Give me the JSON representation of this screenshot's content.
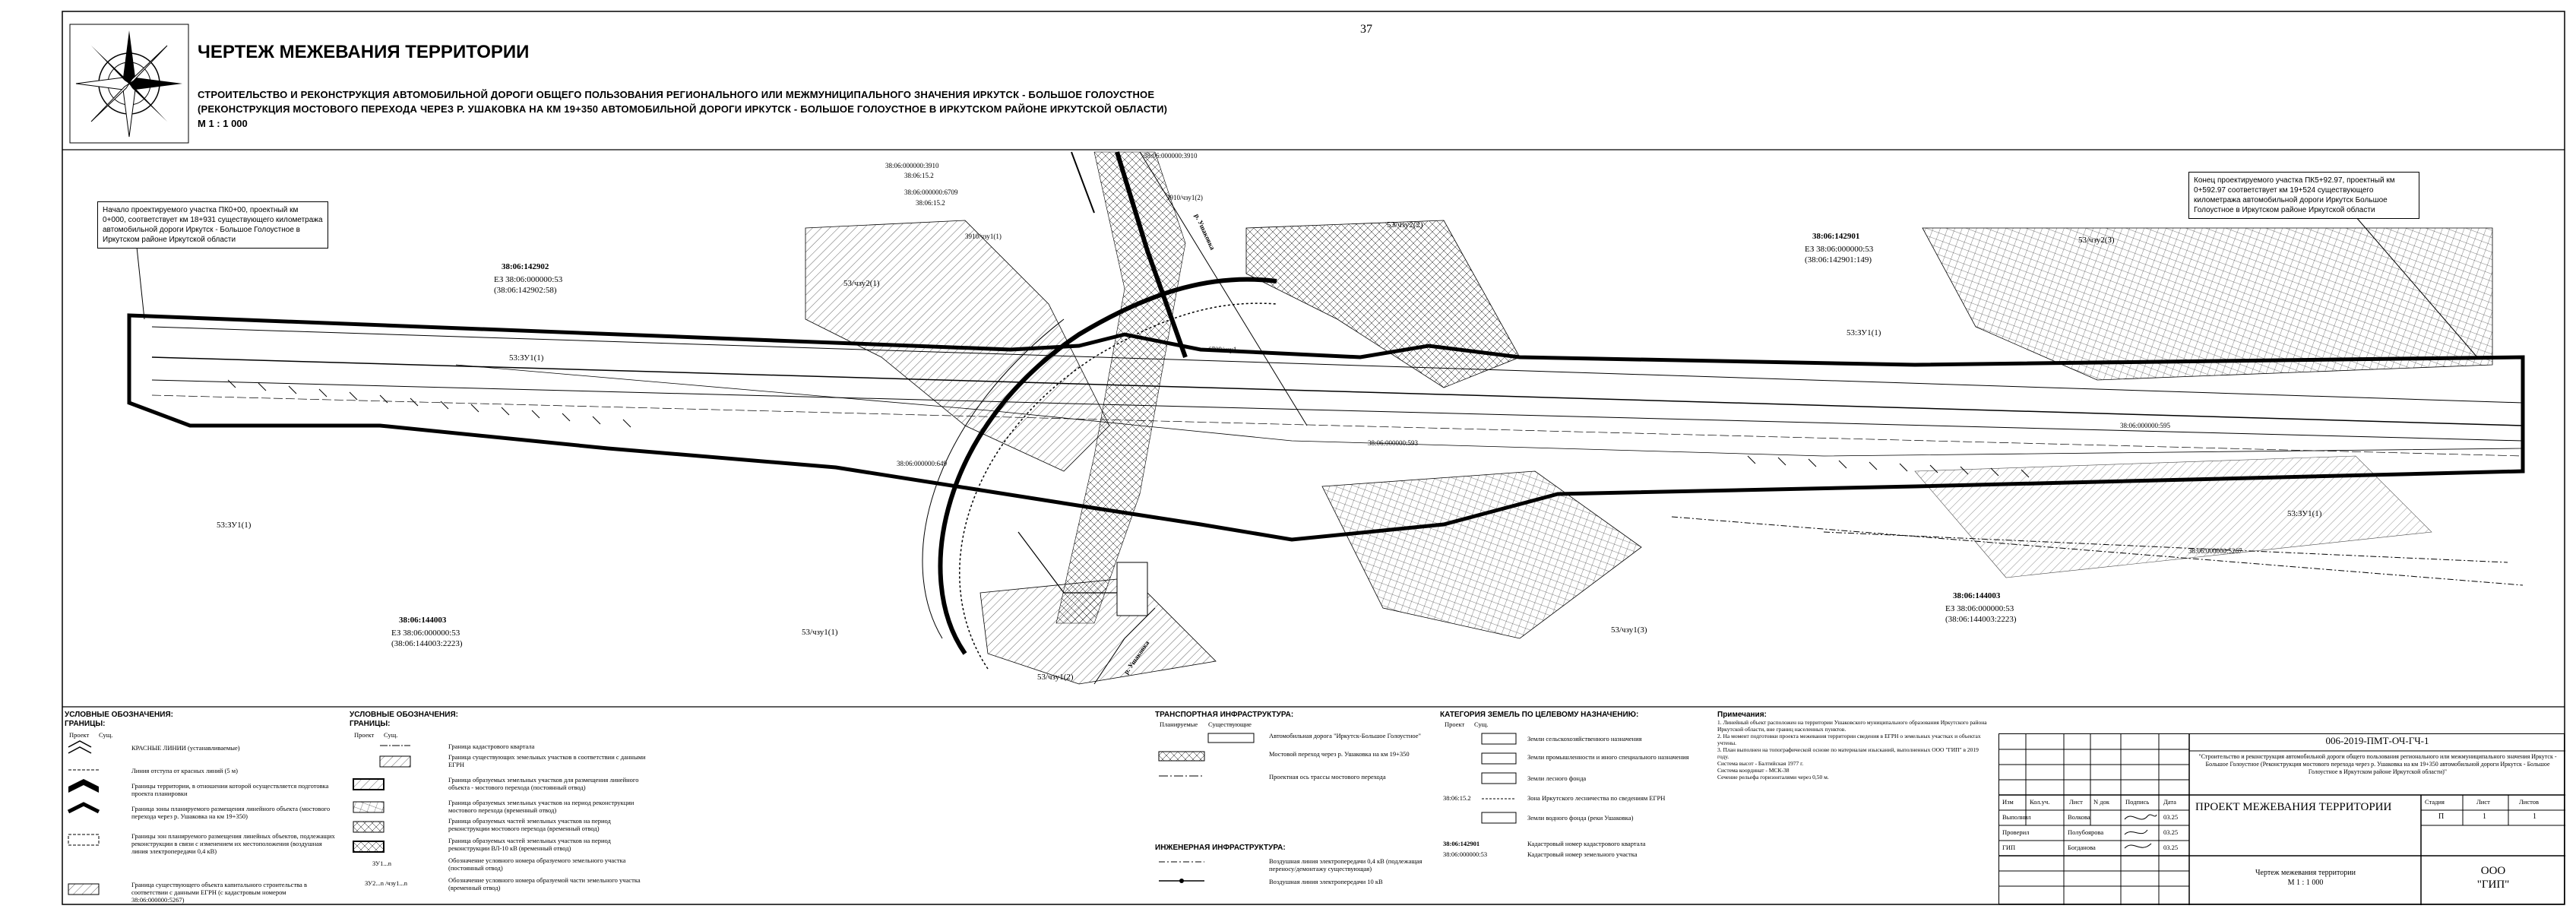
{
  "page_number": "37",
  "title": "ЧЕРТЕЖ МЕЖЕВАНИЯ ТЕРРИТОРИИ",
  "subtitle_line1": "СТРОИТЕЛЬСТВО И РЕКОНСТРУКЦИЯ АВТОМОБИЛЬНОЙ ДОРОГИ ОБЩЕГО ПОЛЬЗОВАНИЯ РЕГИОНАЛЬНОГО ИЛИ МЕЖМУНИЦИПАЛЬНОГО ЗНАЧЕНИЯ ИРКУТСК - БОЛЬШОЕ ГОЛОУСТНОЕ",
  "subtitle_line2": "(РЕКОНСТРУКЦИЯ МОСТОВОГО ПЕРЕХОДА ЧЕРЕЗ Р. УШАКОВКА НА КМ 19+350 АВТОМОБИЛЬНОЙ ДОРОГИ ИРКУТСК - БОЛЬШОЕ ГОЛОУСТНОЕ В ИРКУТСКОМ РАЙОНЕ ИРКУТСКОЙ ОБЛАСТИ)",
  "scale": "М 1 : 1 000",
  "callout_start": "Начало проектируемого участка ПК0+00, проектный км 0+000, соответствует км 18+931 существующего километража автомобильной дороги Иркутск - Большое Голоустное в Иркутском районе Иркутской области",
  "callout_end": "Конец проектируемого участка ПК5+92.97, проектный км 0+592.97 соответствует км 19+524 существующего километража автомобильной дороги Иркутск Большое Голоустное в Иркутском районе Иркутской области",
  "map_labels": {
    "q1_num": "38:06:142902",
    "q1_ez": "ЕЗ 38:06:000000:53",
    "q1_ez2": "(38:06:142902:58)",
    "q2_num": "38:06:142901",
    "q2_ez": "ЕЗ 38:06:000000:53",
    "q2_ez2": "(38:06:142901:149)",
    "q3_num": "38:06:144003",
    "q3_ez": "ЕЗ 38:06:000000:53",
    "q3_ez2": "(38:06:144003:2223)",
    "q4_num": "38:06:144003",
    "q4_ez": "ЕЗ 38:06:000000:53",
    "q4_ez2": "(38:06:144003:2223)",
    "zu_left": "53:ЗУ1(1)",
    "zu_left2": "53:ЗУ1(1)",
    "zu_right": "53:ЗУ1(1)",
    "zu_right2": "53:ЗУ1(1)",
    "chzu_a": "53/чзу2(1)",
    "chzu_b": "53/чзу2(2)",
    "chzu_c": "53/чзу2(3)",
    "chzu_d": "53/чзу1(1)",
    "chzu_e": "53/чзу1(3)",
    "chzu_f": "53/чзу1(2)",
    "top1": "38:06:000000:3910",
    "top2": "38:06:15.2",
    "top3": "38:06:000000:6709",
    "top4": "38:06:15.2",
    "top5": "3910/чзу1(1)",
    "top6": "3910/чзу1(2)",
    "top7": "38:06:000000:3910",
    "mid1": "38:06:000000:593",
    "mid2": "38:06:000000:649",
    "mid3": "38:06:000000:595",
    "road_bottom": "р. Ушаковка",
    "road_top": "р. Ушаковка",
    "spot1": "6709/чзу1",
    "spot2": "38:06:000000:5267"
  },
  "legend1": {
    "title": "УСЛОВНЫЕ ОБОЗНАЧЕНИЯ:",
    "sub": "ГРАНИЦЫ:",
    "col1": "Проект",
    "col2": "Сущ.",
    "items": [
      "КРАСНЫЕ ЛИНИИ (устанавливаемые)",
      "Линия отступа от красных линий (5 м)",
      "Границы территории, в отношении которой осуществляется подготовка проекта планировки",
      "Граница зоны планируемого размещения линейного объекта (мостового перехода через р. Ушаковка на км 19+350)",
      "Границы зон планируемого размещения линейных объектов, подлежащих реконструкции в связи с изменением их местоположения (воздушная линия электропередачи 0,4 кВ)",
      "Граница существующего объекта капитального строительства в соответствии с данными ЕГРН (с кадастровым номером 38:06:000000:5267)"
    ]
  },
  "legend2": {
    "title": "УСЛОВНЫЕ ОБОЗНАЧЕНИЯ:",
    "sub": "ГРАНИЦЫ:",
    "col1": "Проект",
    "col2": "Сущ.",
    "items": [
      "Граница кадастрового квартала",
      "Граница существующих земельных участков в соответствии с данными ЕГРН",
      "Граница образуемых земельных участков для размещения линейного объекта - мостового перехода (постоянный отвод)",
      "Граница образуемых земельных участков на период реконструкции мостового перехода (временный отвод)",
      "Граница образуемых частей земельных участков на период реконструкции мостового перехода (временный отвод)",
      "Граница образуемых частей земельных участков на период реконструкции ВЛ-10 кВ (временный отвод)",
      "Обозначение условного номера образуемого земельного участка (постоянный отвод)",
      "Обозначение условного номера образуемой части земельного участка (временный отвод)"
    ],
    "code1": "ЗУ1...n",
    "code2": "ЗУ2...n /чзу1...n"
  },
  "legend3": {
    "title": "ТРАНСПОРТНАЯ ИНФРАСТРУКТУРА:",
    "col1": "Планируемые",
    "col2": "Существующие",
    "items": [
      "Автомобильная дорога \"Иркутск-Большое Голоустное\"",
      "Мостовой переход через р. Ушаковка на км 19+350",
      "Проектная ось трассы мостового перехода"
    ],
    "title2": "ИНЖЕНЕРНАЯ ИНФРАСТРУКТУРА:",
    "items2": [
      "Воздушная линия электропередачи 0,4 кВ (подлежащая переносу/демонтажу существующая)",
      "Воздушная линия электропередачи 10 кВ"
    ]
  },
  "legend4": {
    "title": "КАТЕГОРИЯ ЗЕМЕЛЬ ПО ЦЕЛЕВОМУ НАЗНАЧЕНИЮ:",
    "col1": "Проект",
    "col2": "Сущ.",
    "items": [
      "Земли сельскохозяйственного назначения",
      "Земли промышленности и иного специального назначения",
      "Земли лесного фонда",
      "Зона Иркутского лесничества по сведениям ЕГРН",
      "Земли водного фонда (реки Ушаковка)"
    ],
    "code_a": "38:06:142901",
    "code_a_txt": "Кадастровый номер кадастрового квартала",
    "code_b": "38:06:000000:53",
    "code_b_txt": "Кадастровый номер земельного участка",
    "code_c": "38:06:15.2"
  },
  "notes": {
    "title": "Примечания:",
    "lines": [
      "1. Линейный объект расположен на территории Ушаковского муниципального образования Иркутского района Иркутской области, вне границ населенных пунктов.",
      "2. На момент подготовки проекта межевания территории сведения в ЕГРН о земельных участках и объектах учтены.",
      "3. План выполнен на топографической основе по материалам изысканий, выполненных ООО \"ГИП\" в 2019 году.",
      "Система высот - Балтийская 1977 г.",
      "Система координат - МСК-38",
      "Сечение рельефа горизонталями через 0,50 м."
    ]
  },
  "stamp": {
    "code": "006-2019-ПМТ-ОЧ-ГЧ-1",
    "desc": "\"Строительство и реконструкция автомобильной дороги общего пользования регионального или межмуниципального значения Иркутск - Большое Голоустное (Реконструкция мостового перехода через р. Ушаковка на км 19+350 автомобильной дороги Иркутск - Большое Голоустное в Иркутском районе Иркутской области)\"",
    "h_izm": "Изм",
    "h_kol": "Кол.уч.",
    "h_list": "Лист",
    "h_ndok": "N док",
    "h_podp": "Подпись",
    "h_data": "Дата",
    "r1_role": "Выполнил",
    "r1_name": "Волкова",
    "r1_date": "03.25",
    "r2_role": "Проверил",
    "r2_name": "Полубоярова",
    "r2_date": "03.25",
    "r3_role": "ГИП",
    "r3_name": "Богданова",
    "r3_date": "03.25",
    "project": "ПРОЕКТ МЕЖЕВАНИЯ ТЕРРИТОРИИ",
    "h_stadia": "Стадия",
    "h_listb": "Лист",
    "h_listov": "Листов",
    "stadia": "П",
    "list": "1",
    "listov": "1",
    "sheet_name": "Чертеж межевания территории",
    "sheet_scale": "М 1 : 1 000",
    "org1": "ООО",
    "org2": "\"ГИП\""
  }
}
